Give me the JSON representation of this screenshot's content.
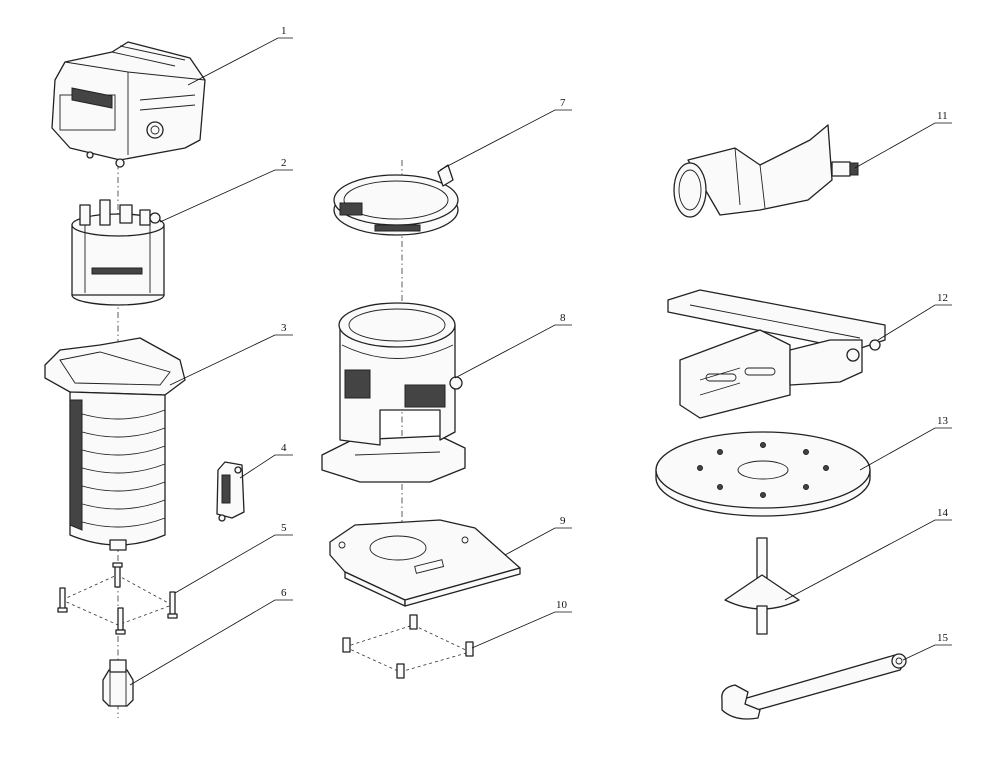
{
  "diagram": {
    "labels": [
      "1",
      "2",
      "3",
      "4",
      "5",
      "6",
      "7",
      "8",
      "9",
      "10",
      "11",
      "12",
      "13",
      "14",
      "15"
    ]
  },
  "parts": [
    {
      "id": "1",
      "icon": "battery-connector-housing-icon"
    },
    {
      "id": "2",
      "icon": "motor-icon"
    },
    {
      "id": "3",
      "icon": "motor-housing-icon"
    },
    {
      "id": "4",
      "icon": "switch-icon"
    },
    {
      "id": "5",
      "icon": "screw-set-icon"
    },
    {
      "id": "6",
      "icon": "collet-nut-icon"
    },
    {
      "id": "7",
      "icon": "locking-ring-icon"
    },
    {
      "id": "8",
      "icon": "fixed-base-icon"
    },
    {
      "id": "9",
      "icon": "sub-base-plate-icon"
    },
    {
      "id": "10",
      "icon": "base-screw-set-icon"
    },
    {
      "id": "11",
      "icon": "dust-extraction-adapter-icon"
    },
    {
      "id": "12",
      "icon": "edge-guide-icon"
    },
    {
      "id": "13",
      "icon": "round-base-plate-icon"
    },
    {
      "id": "14",
      "icon": "centering-cone-icon"
    },
    {
      "id": "15",
      "icon": "wrench-icon"
    }
  ]
}
